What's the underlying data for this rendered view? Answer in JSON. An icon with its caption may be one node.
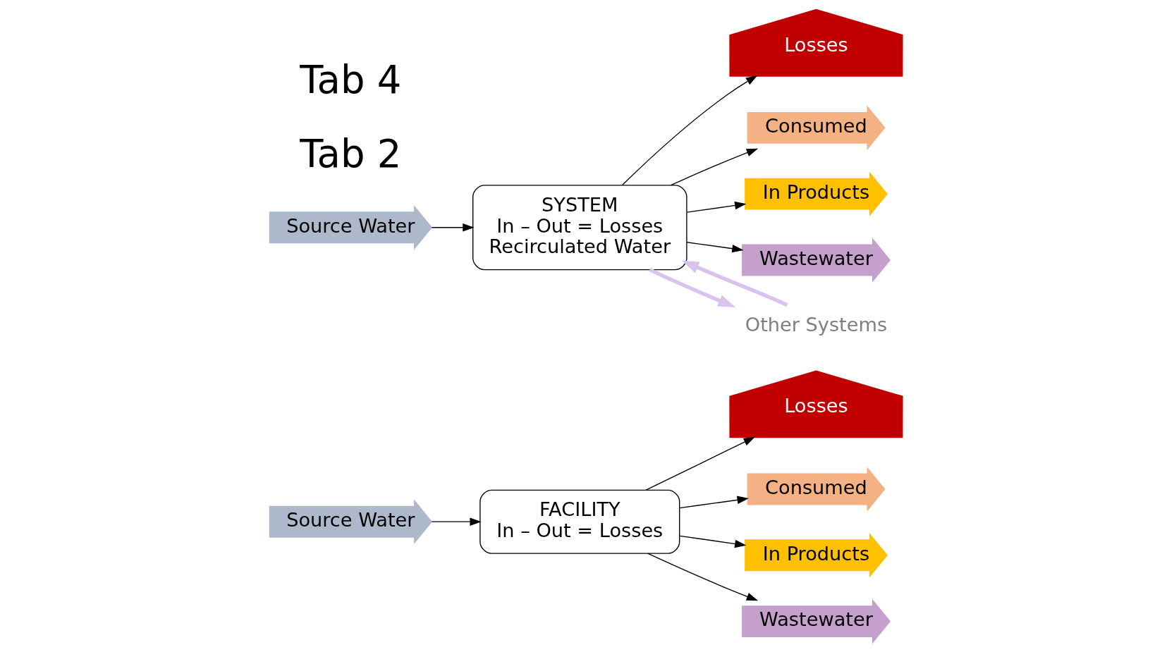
{
  "diagram": {
    "nodes": [
      {
        "text": [
          "Source Water"
        ]
      },
      {
        "text": [
          "FACILITY",
          "In – Out = Losses"
        ]
      },
      {
        "text": [
          "Losses"
        ]
      },
      {
        "text": [
          "Consumed"
        ]
      },
      {
        "text": [
          "In Products"
        ]
      },
      {
        "text": [
          "Wastewater"
        ]
      },
      {
        "text": [
          "Source Water"
        ]
      },
      {
        "text": [
          "SYSTEM",
          "In – Out = Losses",
          "Recirculated Water"
        ]
      },
      {
        "text": [
          "Losses"
        ]
      },
      {
        "text": [
          "Consumed"
        ]
      },
      {
        "text": [
          "In Products"
        ]
      },
      {
        "text": [
          "Wastewater"
        ]
      },
      {
        "text": [
          "Other Systems"
        ]
      }
    ],
    "edges": [
      {
        "from": 0,
        "to": 1,
        "arrow": "to"
      },
      {
        "from": 1,
        "to": 2,
        "arrow": "to"
      },
      {
        "from": 1,
        "to": 3,
        "arrow": "to"
      },
      {
        "from": 1,
        "to": 4,
        "arrow": "to"
      },
      {
        "from": 1,
        "to": 5,
        "arrow": "to"
      },
      {
        "from": 6,
        "to": 7,
        "arrow": "to"
      },
      {
        "from": 7,
        "to": 8,
        "arrow": "to"
      },
      {
        "from": 7,
        "to": 9,
        "arrow": "to"
      },
      {
        "from": 7,
        "to": 10,
        "arrow": "to"
      },
      {
        "from": 7,
        "to": 11,
        "arrow": "to"
      },
      {
        "from": 12,
        "to": 7,
        "arrow": "to",
        "style": "thick",
        "color": "#d9c3ee"
      },
      {
        "from": 7,
        "to": 12,
        "arrow": "to",
        "style": "thick",
        "color": "#d9c3ee"
      }
    ],
    "labels": [
      "Tab 2",
      "Tab 4"
    ]
  }
}
